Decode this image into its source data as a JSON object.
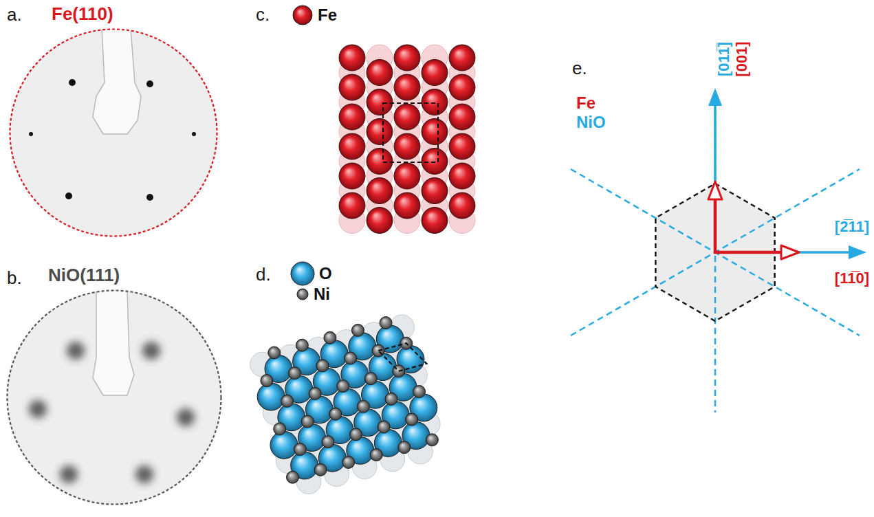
{
  "diagram": {
    "nodes": [
      {
        "text": [
          "Fe(110)"
        ]
      },
      {
        "text": [
          "NiO(111)"
        ]
      }
    ],
    "labels": [
      "a.",
      "b.",
      "c.",
      "d.",
      "e.",
      "Fe",
      "NiO",
      "[011̅]",
      "[001]",
      "[2̅11]",
      "[11̅0]"
    ],
    "legend": [
      {
        "text": "Fe"
      },
      {
        "text": "O"
      },
      {
        "text": "Ni"
      }
    ]
  }
}
